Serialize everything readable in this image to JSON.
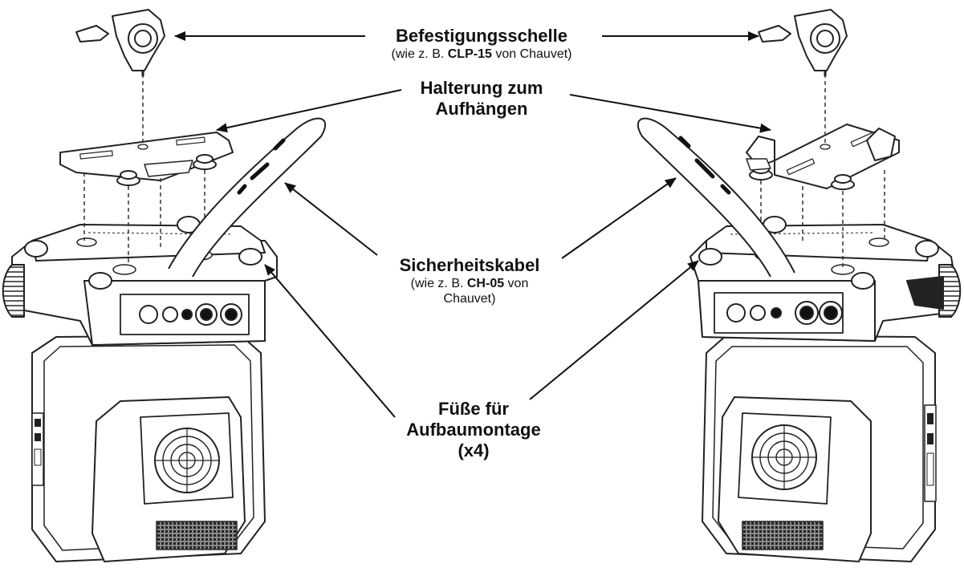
{
  "diagram": {
    "labels": {
      "clamp": {
        "title": "Befestigungsschelle",
        "note_prefix": "(wie z. B. ",
        "note_model": "CLP-15",
        "note_suffix": " von Chauvet)"
      },
      "bracket": {
        "line1": "Halterung zum",
        "line2": "Aufhängen"
      },
      "safety": {
        "title": "Sicherheitskabel",
        "note_prefix": "(wie z. B. ",
        "note_model": "CH-05",
        "note_suffix": " von",
        "note_line2": "Chauvet)"
      },
      "feet": {
        "line1": "Füße für",
        "line2": "Aufbaumontage",
        "line3": "(x4)"
      }
    },
    "colors": {
      "ink": "#111111",
      "line": "#222222",
      "fill": "#ffffff",
      "shade": "#d8d8d8"
    }
  }
}
